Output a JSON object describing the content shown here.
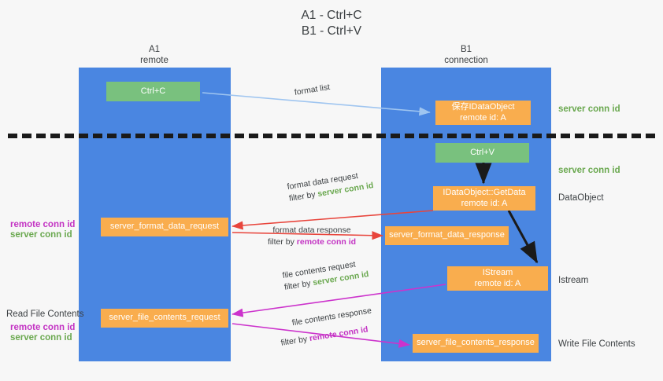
{
  "title_lines": [
    "A1 - Ctrl+C",
    "B1 - Ctrl+V"
  ],
  "lanes": [
    {
      "id": "a1",
      "name": "A1",
      "role": "remote"
    },
    {
      "id": "b1",
      "name": "B1",
      "role": "connection"
    }
  ],
  "nodes": [
    {
      "id": "ctrl-c",
      "label": "Ctrl+C",
      "sub": "",
      "color": "#79c17e"
    },
    {
      "id": "save-idataobject",
      "label": "保存IDataObject",
      "sub": "remote id: A",
      "color": "#f9ad4e"
    },
    {
      "id": "ctrl-v",
      "label": "Ctrl+V",
      "sub": "",
      "color": "#79c17e"
    },
    {
      "id": "getdata",
      "label": "IDataObject::GetData",
      "sub": "remote id: A",
      "color": "#f9ad4e"
    },
    {
      "id": "server-format-data-request",
      "label": "server_format_data_request",
      "sub": "",
      "color": "#f9ad4e"
    },
    {
      "id": "server-format-data-response",
      "label": "server_format_data_response",
      "sub": "",
      "color": "#f9ad4e"
    },
    {
      "id": "istream",
      "label": "IStream",
      "sub": "remote id: A",
      "color": "#f9ad4e"
    },
    {
      "id": "server-file-contents-request",
      "label": "server_file_contents_request",
      "sub": "",
      "color": "#f9ad4e"
    },
    {
      "id": "server-file-contents-response",
      "label": "server_file_contents_response",
      "sub": "",
      "color": "#f9ad4e"
    }
  ],
  "edges": [
    {
      "id": "format-list",
      "label": "format list",
      "color": "#9fc5f0"
    },
    {
      "id": "format-data-request",
      "label": "format data request",
      "filter_prefix": "filter by",
      "filter_value": "server conn id",
      "color": "#e8453c"
    },
    {
      "id": "format-data-response",
      "label": "format data response",
      "filter_prefix": "filter by",
      "filter_value": "remote conn id",
      "color": "#e8453c"
    },
    {
      "id": "file-contents-request",
      "label": "file contents request",
      "filter_prefix": "filter by",
      "filter_value": "server conn id",
      "color": "#cc33cc"
    },
    {
      "id": "file-contents-response",
      "label": "file contents response",
      "filter_prefix": "filter by",
      "filter_value": "remote conn id",
      "color": "#cc33cc"
    }
  ],
  "annotations": {
    "right_server_conn_top": "server conn id",
    "right_server_conn_mid": "server conn id",
    "right_dataobject": "DataObject",
    "right_istream": "Istream",
    "right_write_file_contents": "Write File Contents",
    "left_remote_conn_1": "remote conn id",
    "left_server_conn_1": "server conn id",
    "left_read_file_contents": "Read File Contents",
    "left_remote_conn_2": "remote conn id",
    "left_server_conn_2": "server conn id",
    "filter_by": "filter by"
  },
  "colors": {
    "lane": "#4a86e1",
    "orange": "#f9ad4e",
    "green_box": "#79c17e",
    "green_text": "#6aa84f",
    "magenta_text": "#c333c3",
    "red_arrow": "#e8453c",
    "magenta_arrow": "#cc33cc",
    "lightblue_arrow": "#9fc5f0",
    "black_arrow": "#1a1a1a",
    "background": "#f7f7f7",
    "text": "#3c4043"
  }
}
